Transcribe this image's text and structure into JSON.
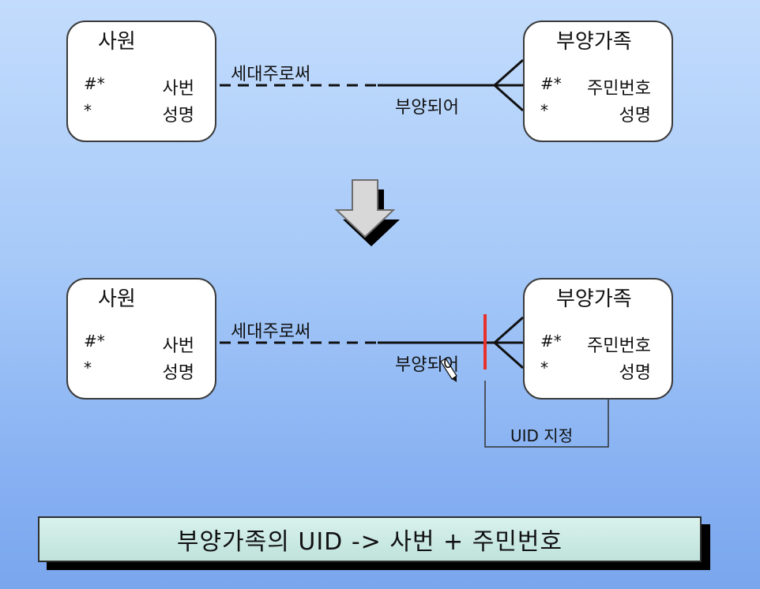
{
  "top_diagram": {
    "entity_left": {
      "name": "사원",
      "attributes": [
        {
          "mark": "#*",
          "name": "사번"
        },
        {
          "mark": "*",
          "name": "성명"
        }
      ]
    },
    "entity_right": {
      "name": "부양가족",
      "attributes": [
        {
          "mark": "#*",
          "name": "주민번호"
        },
        {
          "mark": "*",
          "name": "성명"
        }
      ]
    },
    "relationship": {
      "label_left": "세대주로써",
      "label_right": "부양되어"
    }
  },
  "bottom_diagram": {
    "entity_left": {
      "name": "사원",
      "attributes": [
        {
          "mark": "#*",
          "name": "사번"
        },
        {
          "mark": "*",
          "name": "성명"
        }
      ]
    },
    "entity_right": {
      "name": "부양가족",
      "attributes": [
        {
          "mark": "#*",
          "name": "주민번호"
        },
        {
          "mark": "*",
          "name": "성명"
        }
      ]
    },
    "relationship": {
      "label_left": "세대주로써",
      "label_right": "부양되어"
    },
    "uid_annotation": "UID 지정"
  },
  "caption": "부양가족의 UID -> 사번 + 주민번호",
  "colors": {
    "uid_bar": "#e8312c",
    "caption_bg": "#c7e9e2",
    "entity_border": "#3b3b3b"
  }
}
